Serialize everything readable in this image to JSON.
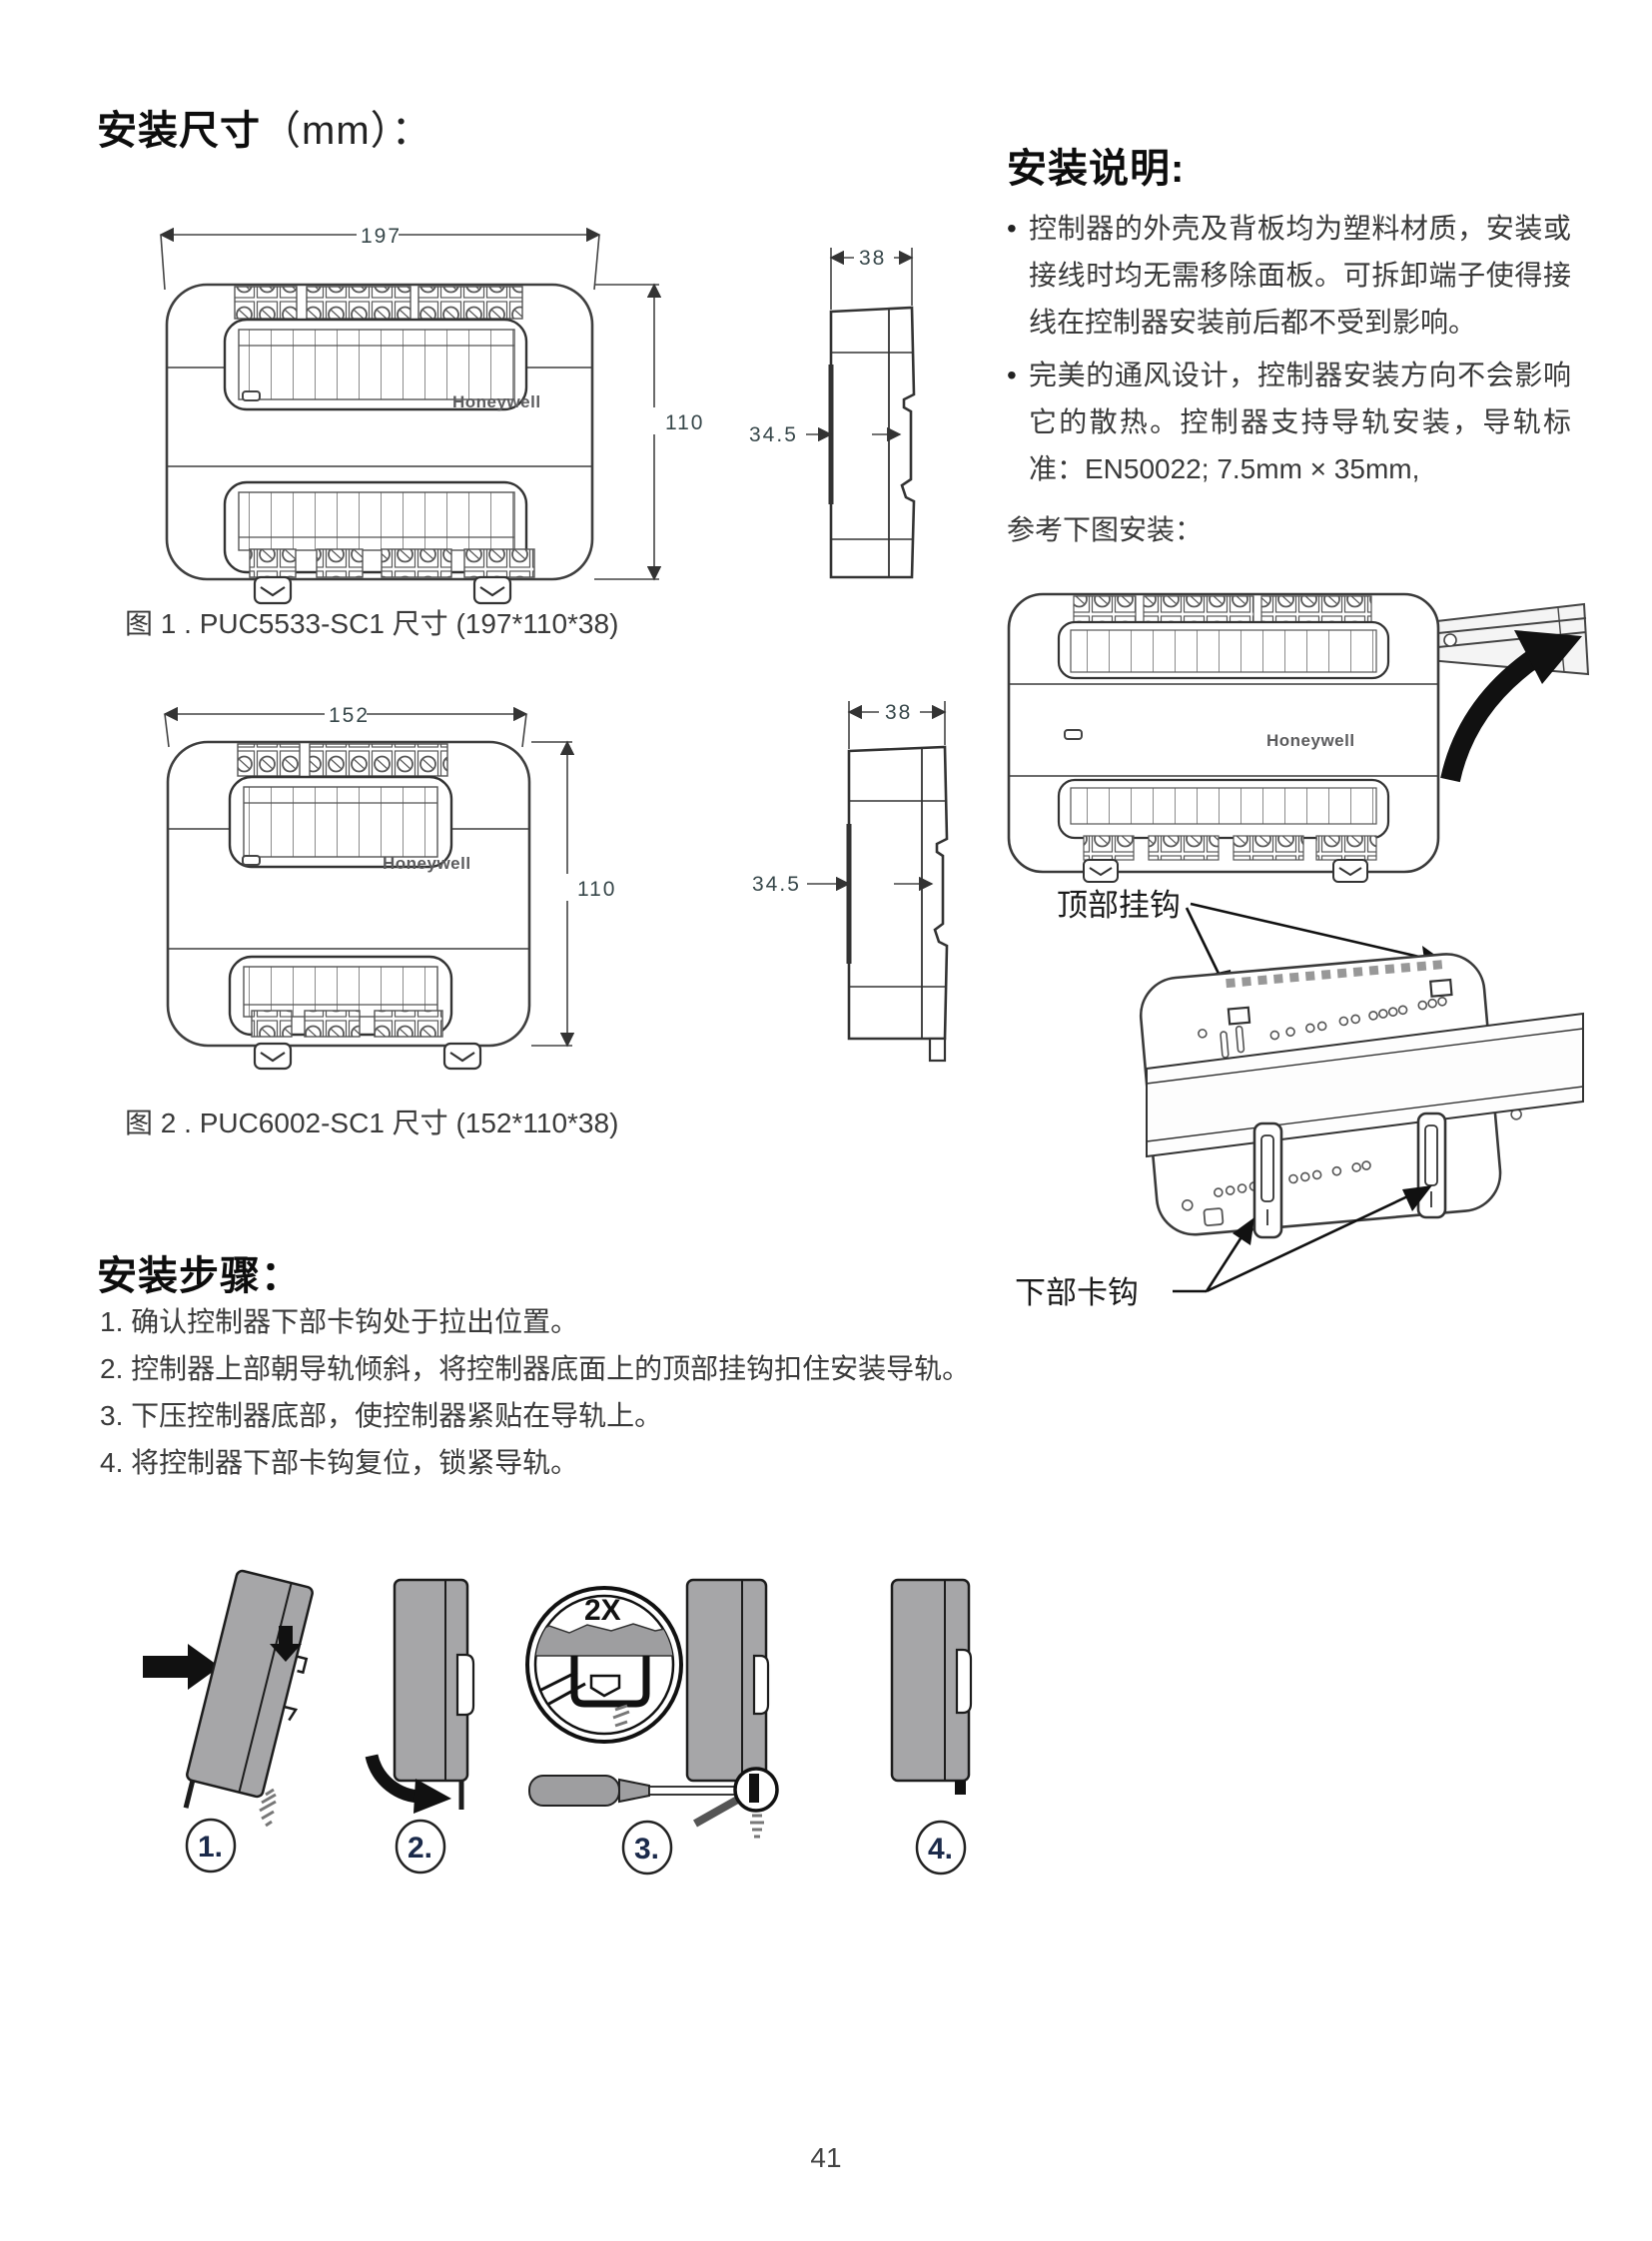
{
  "dim_section": {
    "title_main": "安装尺寸",
    "title_suffix": "（mm）："
  },
  "figures": {
    "fig1": {
      "caption": "图 1 . PUC5533-SC1 尺寸 (197*110*38)",
      "dim_width": "197",
      "dim_height": "110",
      "dim_depth": "38",
      "dim_rail": "34.5",
      "brand": "Honeywell"
    },
    "fig2": {
      "caption": "图 2 . PUC6002-SC1 尺寸 (152*110*38)",
      "dim_width": "152",
      "dim_height": "110",
      "dim_depth": "38",
      "dim_rail": "34.5",
      "brand": "Honeywell"
    }
  },
  "install_notes": {
    "title": "安装说明:",
    "bullet_marker": "•",
    "bullets": [
      "控制器的外壳及背板均为塑料材质，安装或接线时均无需移除面板。可拆卸端子使得接线在控制器安装前后都不受到影响。",
      "完美的通风设计，控制器安装方向不会影响它的散热。控制器支持导轨安装，导轨标准：EN50022; 7.5mm × 35mm,"
    ],
    "refer": "参考下图安装：",
    "brand": "Honeywell",
    "top_hook_label": "顶部挂钩",
    "bottom_hook_label": "下部卡钩"
  },
  "install_steps": {
    "title": "安装步骤：",
    "items": [
      "1. 确认控制器下部卡钩处于拉出位置。",
      "2. 控制器上部朝导轨倾斜，将控制器底面上的顶部挂钩扣住安装导轨。",
      "3. 下压控制器底部，使控制器紧贴在导轨上。",
      "4. 将控制器下部卡钩复位，锁紧导轨。"
    ],
    "badges": [
      "1.",
      "2.",
      "3.",
      "4."
    ],
    "magnifier_label": "2X"
  },
  "page_number": "41"
}
